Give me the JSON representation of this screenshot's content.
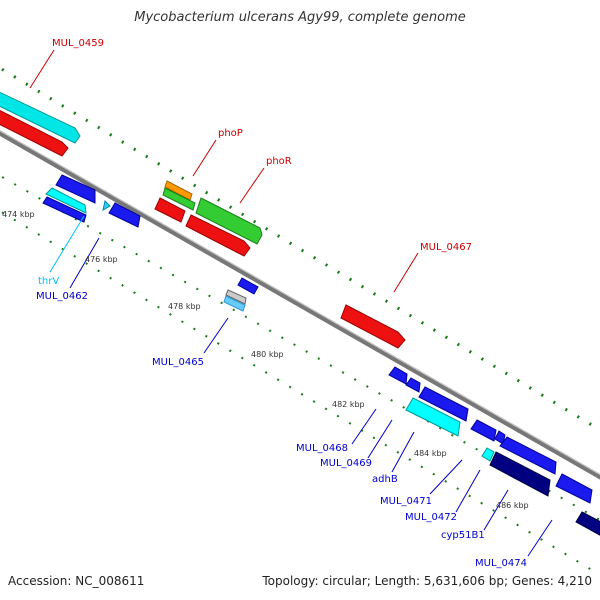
{
  "title": "Mycobacterium ulcerans Agy99, complete genome",
  "footer": {
    "accession": "Accession: NC_008611",
    "topology": "Topology: circular; Length: 5,631,606 bp; Genes: 4,210"
  },
  "ticks": [
    "474 kbp",
    "476 kbp",
    "478 kbp",
    "480 kbp",
    "482 kbp",
    "484 kbp",
    "486 kbp"
  ],
  "genes": {
    "MUL_0459": "MUL_0459",
    "phoP": "phoP",
    "phoR": "phoR",
    "MUL_0467": "MUL_0467",
    "thrV": "thrV",
    "MUL_0462": "MUL_0462",
    "MUL_0465": "MUL_0465",
    "MUL_0468": "MUL_0468",
    "MUL_0469": "MUL_0469",
    "adhB": "adhB",
    "MUL_0471": "MUL_0471",
    "MUL_0472": "MUL_0472",
    "cyp51B1": "cyp51B1",
    "MUL_0474": "MUL_0474"
  },
  "colors": {
    "forward_gene": "#ff0000",
    "reverse_gene": "#0000ff",
    "two_component": "#33cc33",
    "rna": "#33ccff",
    "orange": "#ff9900",
    "cyan": "#00ffff",
    "navy": "#000080",
    "backbone": "#888888",
    "tick_dots": "#006600"
  }
}
